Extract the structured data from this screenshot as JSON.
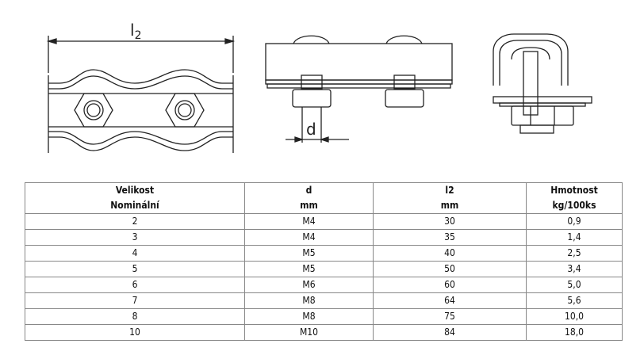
{
  "drawing": {
    "dim_l2": "l",
    "dim_l2_sub": "2",
    "dim_d": "d"
  },
  "table": {
    "headers": [
      [
        "Velikost",
        "d",
        "l2",
        "Hmotnost"
      ],
      [
        "Nominální",
        "mm",
        "mm",
        "kg/100ks"
      ]
    ],
    "rows": [
      [
        "2",
        "M4",
        "30",
        "0,9"
      ],
      [
        "3",
        "M4",
        "35",
        "1,4"
      ],
      [
        "4",
        "M5",
        "40",
        "2,5"
      ],
      [
        "5",
        "M5",
        "50",
        "3,4"
      ],
      [
        "6",
        "M6",
        "60",
        "5,0"
      ],
      [
        "7",
        "M8",
        "64",
        "5,6"
      ],
      [
        "8",
        "M8",
        "75",
        "10,0"
      ],
      [
        "10",
        "M10",
        "84",
        "18,0"
      ]
    ]
  }
}
